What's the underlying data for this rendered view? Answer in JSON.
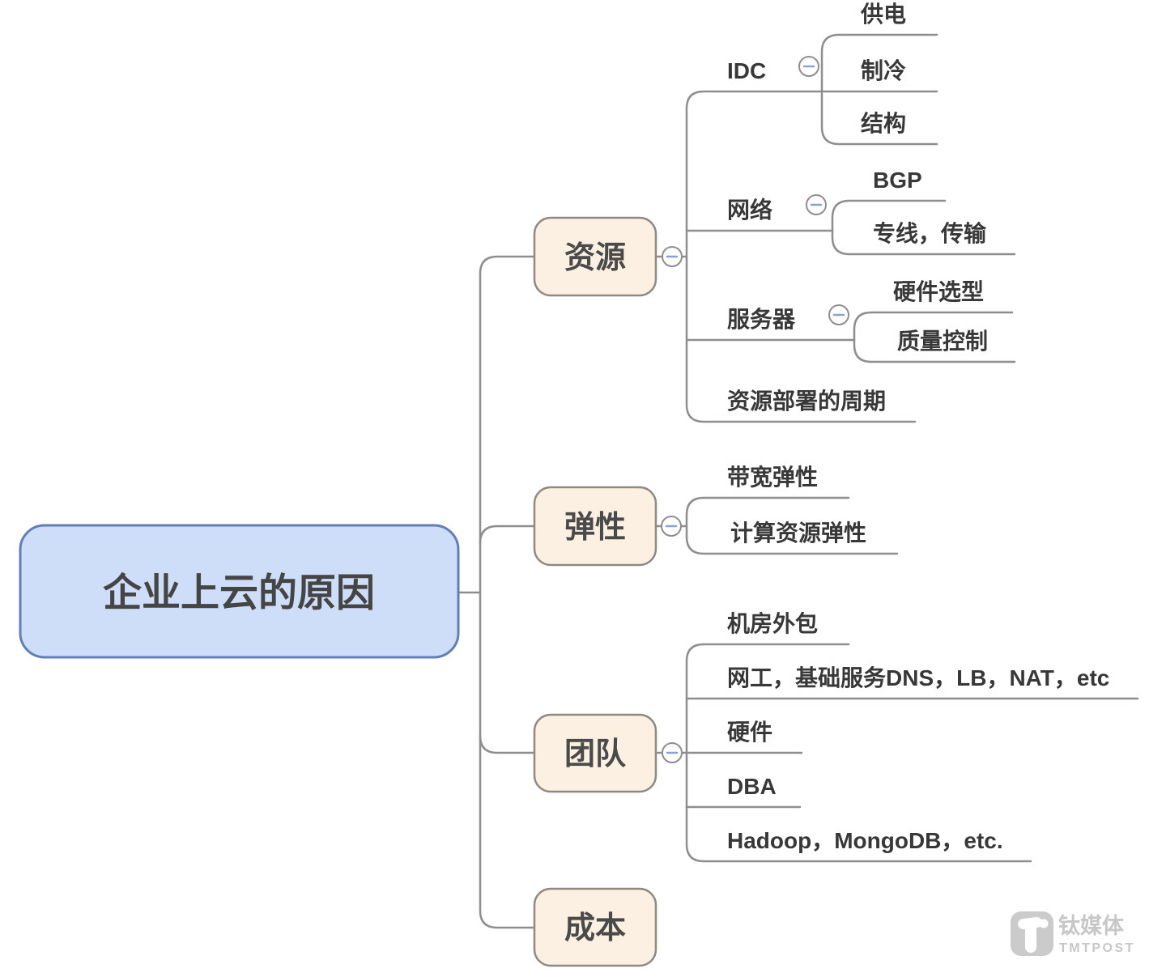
{
  "root": {
    "label": "企业上云的原因"
  },
  "branches": [
    {
      "label": "资源",
      "children": [
        {
          "label": "IDC",
          "children": [
            {
              "label": "供电"
            },
            {
              "label": "制冷"
            },
            {
              "label": "结构"
            }
          ]
        },
        {
          "label": "网络",
          "children": [
            {
              "label": "BGP"
            },
            {
              "label": "专线，传输"
            }
          ]
        },
        {
          "label": "服务器",
          "children": [
            {
              "label": "硬件选型"
            },
            {
              "label": "质量控制"
            }
          ]
        },
        {
          "label": "资源部署的周期"
        }
      ]
    },
    {
      "label": "弹性",
      "children": [
        {
          "label": "带宽弹性"
        },
        {
          "label": "计算资源弹性"
        }
      ]
    },
    {
      "label": "团队",
      "children": [
        {
          "label": "机房外包"
        },
        {
          "label": "网工，基础服务DNS，LB，NAT，etc"
        },
        {
          "label": "硬件"
        },
        {
          "label": "DBA"
        },
        {
          "label": "Hadoop，MongoDB，etc."
        }
      ]
    },
    {
      "label": "成本"
    }
  ],
  "collapse_glyph": "−",
  "watermark": {
    "name_cn": "钛媒体",
    "name_en": "TMTPOST"
  },
  "colors": {
    "root_fill": "#cfdef8",
    "root_border": "#617eb5",
    "branch_fill": "#fcf0e2",
    "branch_border": "#8e8a82",
    "connector": "#8e8e8e",
    "text": "#383838",
    "collapse_minus": "#8ba0d3",
    "watermark_gray": "#c7c7c7",
    "background": "#ffffff"
  }
}
